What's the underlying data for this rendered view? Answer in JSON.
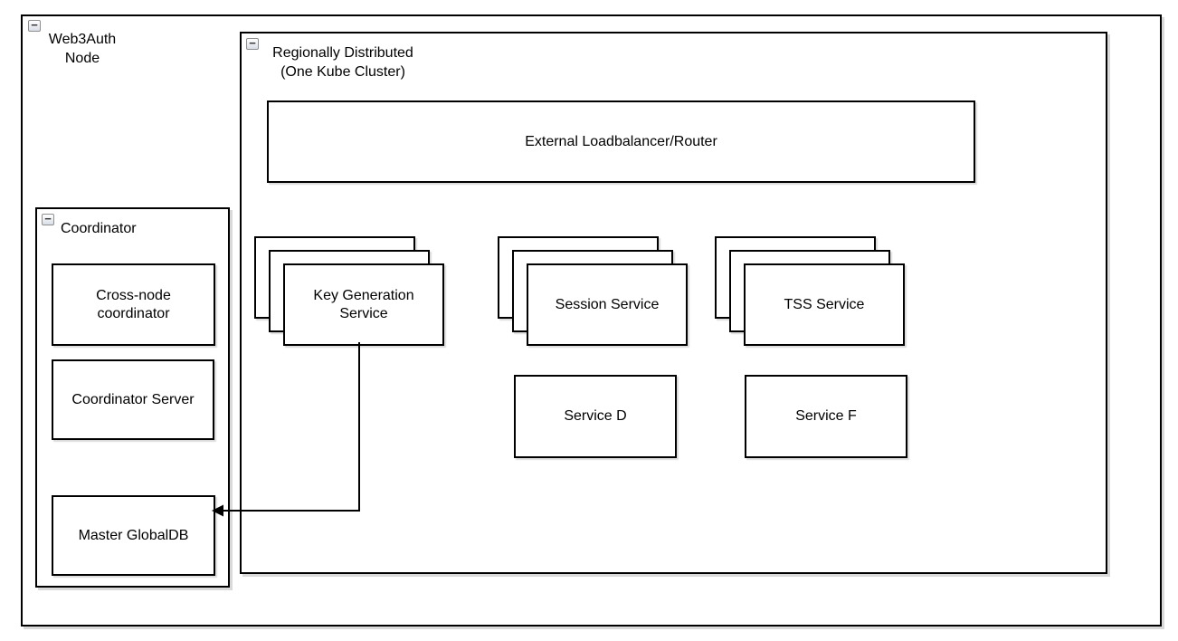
{
  "diagram": {
    "background": "#ffffff",
    "stroke_color": "#000000",
    "shadow_color": "#d9d9d9"
  },
  "collapse_glyph": "−",
  "containers": {
    "web3auth": {
      "label": "Web3Auth\nNode",
      "collapsed": false
    },
    "region": {
      "label": "Regionally Distributed\n(One Kube Cluster)",
      "collapsed": false
    },
    "coordinator": {
      "label": "Coordinator",
      "collapsed": false
    }
  },
  "nodes": {
    "external_lb": {
      "label": "External Loadbalancer/Router"
    },
    "key_generation": {
      "label": "Key Generation\nService",
      "replicas": 3
    },
    "session_service": {
      "label": "Session Service",
      "replicas": 3
    },
    "tss_service": {
      "label": "TSS Service",
      "replicas": 3
    },
    "service_d": {
      "label": "Service D"
    },
    "service_f": {
      "label": "Service F"
    },
    "cross_node_coordinator": {
      "label": "Cross-node\ncoordinator"
    },
    "coordinator_server": {
      "label": "Coordinator Server"
    },
    "master_globaldb": {
      "label": "Master GlobalDB"
    }
  },
  "edges": [
    {
      "from": "key_generation",
      "to": "master_globaldb",
      "type": "orthogonal",
      "arrowhead": "filled-triangle"
    }
  ]
}
